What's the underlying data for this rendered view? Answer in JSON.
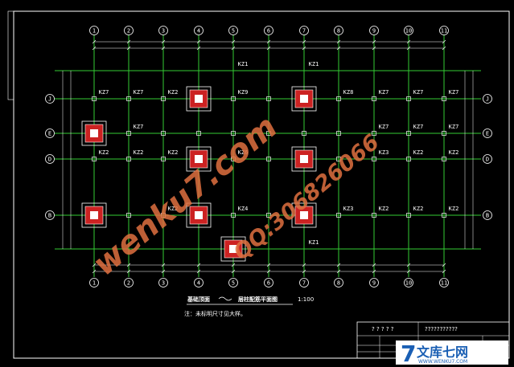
{
  "axes": {
    "columns": [
      "1",
      "2",
      "3",
      "4",
      "5",
      "6",
      "7",
      "8",
      "9",
      "10",
      "11"
    ],
    "rows": [
      "J",
      "E",
      "D",
      "B"
    ]
  },
  "column_labels": [
    {
      "label": "KZ1",
      "col": 5.0,
      "row": "top"
    },
    {
      "label": "KZ1",
      "col": 7.0,
      "row": "top"
    },
    {
      "label": "KZ7",
      "col": 1.0,
      "row": "J"
    },
    {
      "label": "KZ7",
      "col": 2.0,
      "row": "J"
    },
    {
      "label": "KZ2",
      "col": 3.0,
      "row": "J"
    },
    {
      "label": "KZ9",
      "col": 5.0,
      "row": "J"
    },
    {
      "label": "KZ8",
      "col": 8.0,
      "row": "J"
    },
    {
      "label": "KZ7",
      "col": 9.0,
      "row": "J"
    },
    {
      "label": "KZ7",
      "col": 10.0,
      "row": "J"
    },
    {
      "label": "KZ7",
      "col": 11.0,
      "row": "J"
    },
    {
      "label": "KZ7",
      "col": 2.0,
      "row": "E"
    },
    {
      "label": "KZ7",
      "col": 9.0,
      "row": "E"
    },
    {
      "label": "KZ7",
      "col": 10.0,
      "row": "E"
    },
    {
      "label": "KZ7",
      "col": 11.0,
      "row": "E"
    },
    {
      "label": "KZ2",
      "col": 1.0,
      "row": "D"
    },
    {
      "label": "KZ2",
      "col": 2.0,
      "row": "D"
    },
    {
      "label": "KZ2",
      "col": 3.0,
      "row": "D"
    },
    {
      "label": "KZ6",
      "col": 5.0,
      "row": "D"
    },
    {
      "label": "KZ3",
      "col": 9.0,
      "row": "D"
    },
    {
      "label": "KZ2",
      "col": 10.0,
      "row": "D"
    },
    {
      "label": "KZ2",
      "col": 11.0,
      "row": "D"
    },
    {
      "label": "KZ2",
      "col": 3.0,
      "row": "B"
    },
    {
      "label": "KZ4",
      "col": 5.0,
      "row": "B"
    },
    {
      "label": "KZ3",
      "col": 8.0,
      "row": "B"
    },
    {
      "label": "KZ2",
      "col": 9.0,
      "row": "B"
    },
    {
      "label": "KZ2",
      "col": 10.0,
      "row": "B"
    },
    {
      "label": "KZ2",
      "col": 11.0,
      "row": "B"
    },
    {
      "label": "KZ1",
      "col": 7.0,
      "row": "bottom"
    }
  ],
  "footings": [
    {
      "col": 4,
      "row": "J"
    },
    {
      "col": 7,
      "row": "J"
    },
    {
      "col": 1,
      "row": "E"
    },
    {
      "col": 4,
      "row": "D"
    },
    {
      "col": 7,
      "row": "D"
    },
    {
      "col": 1,
      "row": "B"
    },
    {
      "col": 4,
      "row": "B"
    },
    {
      "col": 7,
      "row": "B"
    },
    {
      "col": 5,
      "row": "bottom"
    }
  ],
  "drawing_title": {
    "part1": "基础顶面",
    "part2": "层柱配筋平面图",
    "scale": "1:100"
  },
  "note": "注：未标明尺寸见大样。",
  "title_block": {
    "left": "? ? ? ? ?",
    "middle": "???????????"
  },
  "watermark": {
    "site": "wenku7.com",
    "qq": "QQ:306826066",
    "brand": "文库七网",
    "brand_url": "WWW.WENKU7.COM",
    "brand_mark": "7"
  },
  "colors": {
    "background": "#000000",
    "grid": "#33cc33",
    "column": "#cc2222",
    "linework": "#ffffff",
    "watermark": "#e07040"
  }
}
